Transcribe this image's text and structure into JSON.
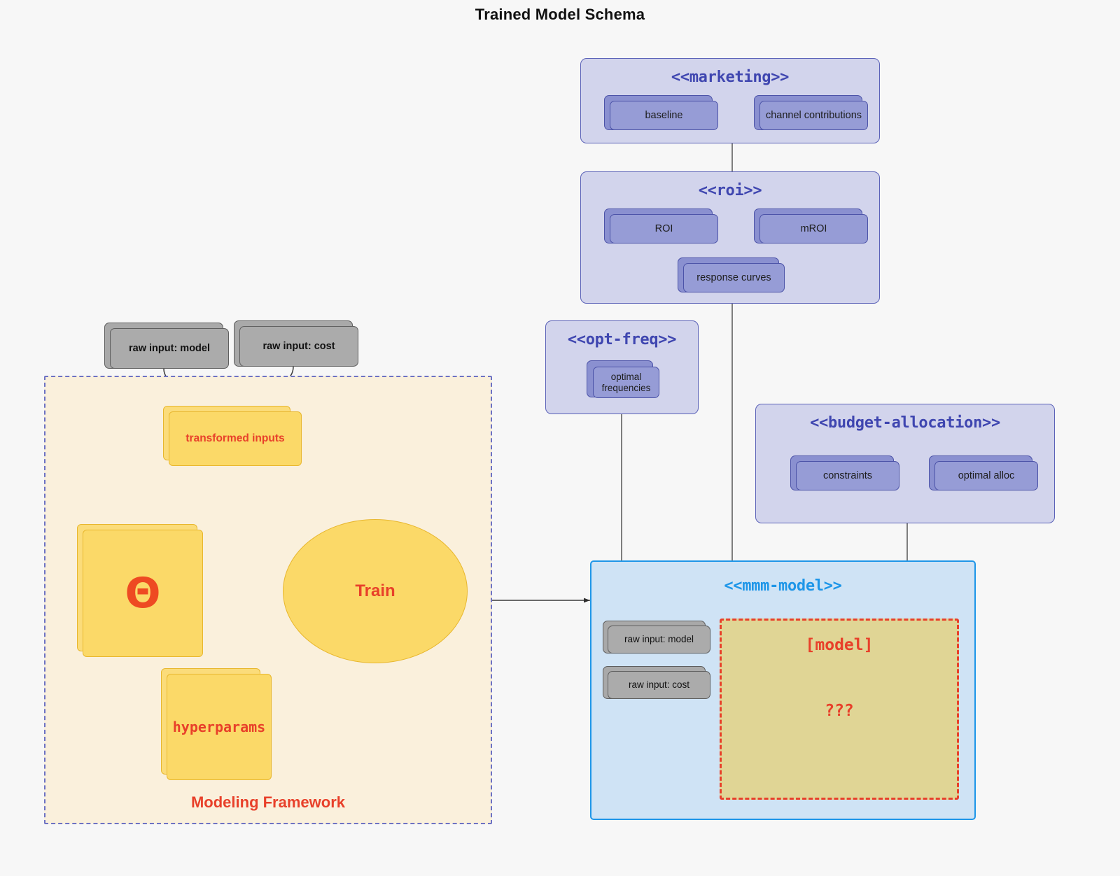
{
  "page": {
    "title": "Trained Model Schema",
    "background": "#f7f7f7"
  },
  "colors": {
    "package_fill": "#d2d4ec",
    "package_border": "#5b62b8",
    "package_title": "#3f46b0",
    "node_fill": "#969cd6",
    "node_border": "#4c53a8",
    "mmm_fill": "#cfe3f5",
    "mmm_border": "#1e96e8",
    "mmm_title": "#1e96e8",
    "grey_fill": "#ababab",
    "grey_border": "#5e5e5e",
    "yellow_fill": "#fbd968",
    "yellow_border": "#e8b72e",
    "accent_red": "#e8402a",
    "framework_fill": "#faf0dc",
    "framework_border": "#6d72c4",
    "model_fill": "#e0d595"
  },
  "packages": {
    "marketing": {
      "title": "<<marketing>>",
      "nodes": [
        {
          "label": "baseline"
        },
        {
          "label": "channel contributions"
        }
      ]
    },
    "roi": {
      "title": "<<roi>>",
      "nodes": [
        {
          "label": "ROI"
        },
        {
          "label": "mROI"
        },
        {
          "label": "response curves"
        }
      ]
    },
    "opt_freq": {
      "title": "<<opt-freq>>",
      "nodes": [
        {
          "label": "optimal frequencies"
        }
      ]
    },
    "budget_allocation": {
      "title": "<<budget-allocation>>",
      "nodes": [
        {
          "label": "constraints"
        },
        {
          "label": "optimal alloc"
        }
      ]
    },
    "mmm_model": {
      "title": "<<mmm-model>>",
      "inputs": [
        {
          "label": "raw input: model"
        },
        {
          "label": "raw input: cost"
        }
      ],
      "model_box": {
        "label": "[model]",
        "unknown": "???"
      }
    }
  },
  "framework": {
    "label": "Modeling Framework",
    "raw_inputs": [
      {
        "label": "raw input: model"
      },
      {
        "label": "raw input: cost"
      }
    ],
    "transformed_inputs": {
      "label": "transformed inputs"
    },
    "theta": {
      "label": "Θ"
    },
    "hyperparams": {
      "label": "hyperparams"
    },
    "train": {
      "label": "Train"
    }
  }
}
